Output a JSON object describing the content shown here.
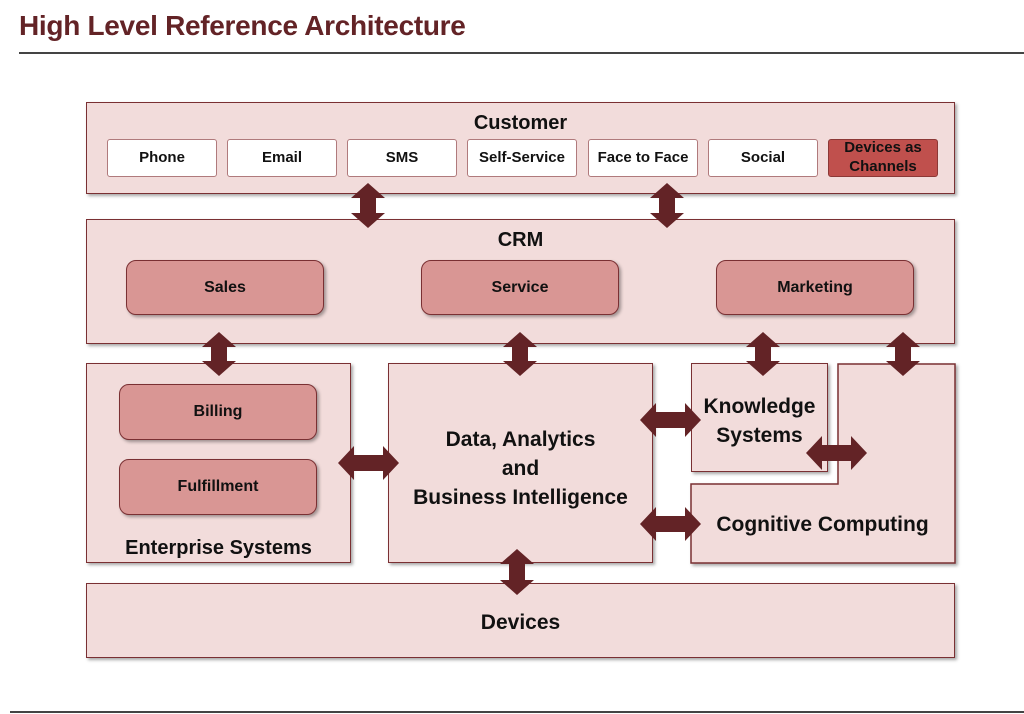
{
  "page": {
    "title": "High Level Reference Architecture"
  },
  "colors": {
    "title": "#632326",
    "layer_fill": "#f2dcdb",
    "layer_border": "#7a3033",
    "module_fill": "#d99694",
    "highlight_channel": "#c0504d",
    "arrow": "#632326"
  },
  "customer": {
    "label": "Customer",
    "channels": [
      {
        "label": "Phone"
      },
      {
        "label": "Email"
      },
      {
        "label": "SMS"
      },
      {
        "label": "Self-Service"
      },
      {
        "label": "Face to Face"
      },
      {
        "label": "Social"
      },
      {
        "label": "Devices as Channels",
        "highlighted": true
      }
    ]
  },
  "crm": {
    "label": "CRM",
    "modules": [
      {
        "label": "Sales"
      },
      {
        "label": "Service"
      },
      {
        "label": "Marketing"
      }
    ]
  },
  "enterprise": {
    "label": "Enterprise Systems",
    "modules": [
      {
        "label": "Billing"
      },
      {
        "label": "Fulfillment"
      }
    ]
  },
  "data_analytics": {
    "line1": "Data, Analytics",
    "line2": "and",
    "line3": "Business Intelligence"
  },
  "knowledge": {
    "line1": "Knowledge",
    "line2": "Systems"
  },
  "cognitive": {
    "label": "Cognitive Computing"
  },
  "devices": {
    "label": "Devices"
  },
  "connections": [
    {
      "from": "SMS",
      "to": "CRM",
      "type": "bidirectional"
    },
    {
      "from": "Face to Face",
      "to": "CRM",
      "type": "bidirectional"
    },
    {
      "from": "Sales",
      "to": "Enterprise Systems",
      "type": "bidirectional"
    },
    {
      "from": "Service",
      "to": "Data, Analytics and Business Intelligence",
      "type": "bidirectional"
    },
    {
      "from": "Marketing",
      "to": "Knowledge Systems",
      "type": "bidirectional"
    },
    {
      "from": "CRM",
      "to": "Cognitive Computing",
      "type": "bidirectional"
    },
    {
      "from": "Enterprise Systems",
      "to": "Data, Analytics and Business Intelligence",
      "type": "bidirectional"
    },
    {
      "from": "Data, Analytics and Business Intelligence",
      "to": "Knowledge Systems",
      "type": "bidirectional"
    },
    {
      "from": "Data, Analytics and Business Intelligence",
      "to": "Cognitive Computing",
      "type": "bidirectional"
    },
    {
      "from": "Knowledge Systems",
      "to": "Cognitive Computing",
      "type": "bidirectional"
    },
    {
      "from": "Data, Analytics and Business Intelligence",
      "to": "Devices",
      "type": "bidirectional"
    }
  ]
}
